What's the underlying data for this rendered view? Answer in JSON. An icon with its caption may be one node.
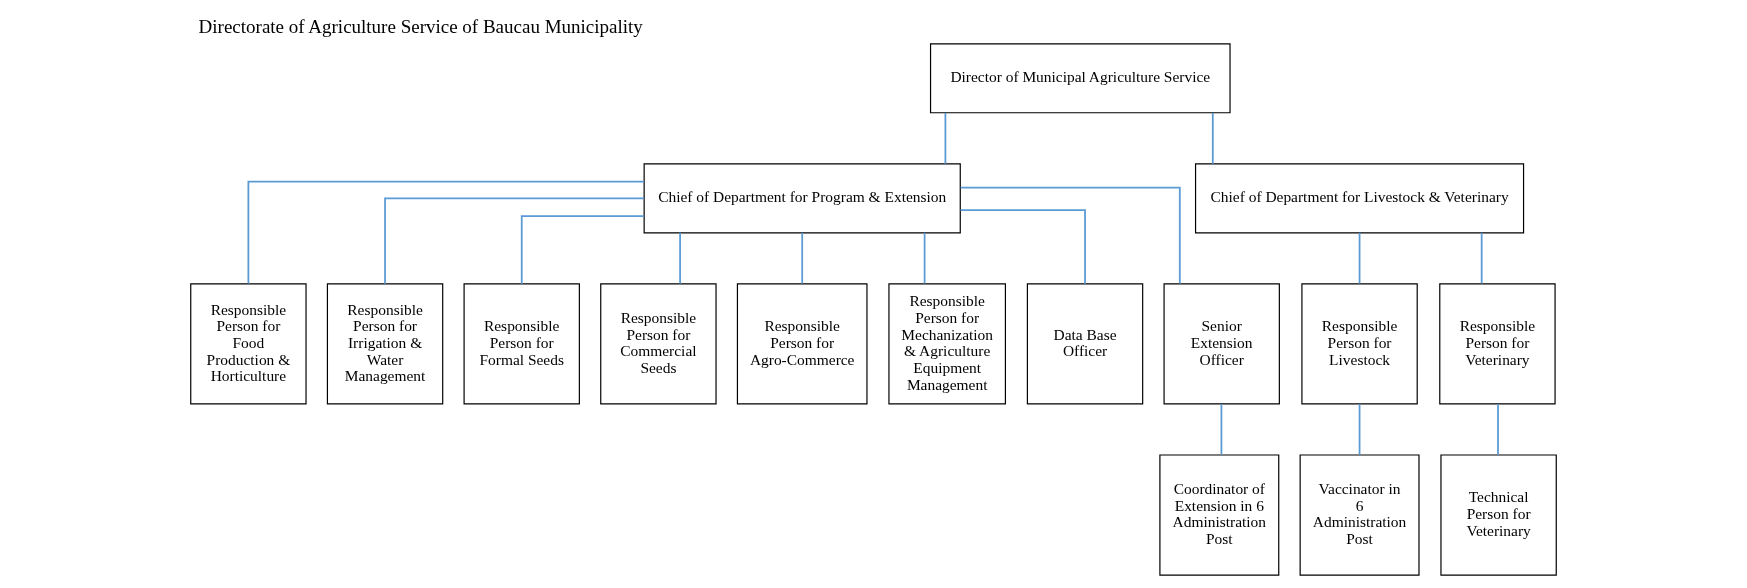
{
  "diagram": {
    "title": "Directorate of Agriculture Service of Baucau Municipality",
    "nodes": [
      {
        "text": [
          "Director of Municipal Agriculture Service"
        ]
      },
      {
        "text": [
          "Chief of Department for Program & Extension"
        ]
      },
      {
        "text": [
          "Chief of Department for Livestock & Veterinary"
        ]
      },
      {
        "text": [
          "Responsible Person for Food Production & Horticulture"
        ]
      },
      {
        "text": [
          "Responsible Person for Irrigation & Water Management"
        ]
      },
      {
        "text": [
          "Responsible Person for Formal Seeds"
        ]
      },
      {
        "text": [
          "Responsible Person for Commercial Seeds"
        ]
      },
      {
        "text": [
          "Responsible Person for Agro-Commerce"
        ]
      },
      {
        "text": [
          "Responsible Person for Mechanization & Agriculture Equipment Management"
        ]
      },
      {
        "text": [
          "Data Base Officer"
        ]
      },
      {
        "text": [
          "Senior Extension Officer"
        ]
      },
      {
        "text": [
          "Responsible Person for Livestock"
        ]
      },
      {
        "text": [
          "Responsible Person for Veterinary"
        ]
      },
      {
        "text": [
          "Coordinator of Extension in 6 Administration Post"
        ]
      },
      {
        "text": [
          "Vaccinator in 6 Administration Post"
        ]
      },
      {
        "text": [
          "Technical Person for Veterinary"
        ]
      }
    ],
    "edges": [
      {
        "from": 0,
        "to": 1,
        "arrow": "none"
      },
      {
        "from": 0,
        "to": 2,
        "arrow": "none"
      },
      {
        "from": 1,
        "to": 3,
        "arrow": "none"
      },
      {
        "from": 1,
        "to": 4,
        "arrow": "none"
      },
      {
        "from": 1,
        "to": 5,
        "arrow": "none"
      },
      {
        "from": 1,
        "to": 6,
        "arrow": "none"
      },
      {
        "from": 1,
        "to": 7,
        "arrow": "none"
      },
      {
        "from": 1,
        "to": 8,
        "arrow": "none"
      },
      {
        "from": 1,
        "to": 9,
        "arrow": "none"
      },
      {
        "from": 1,
        "to": 10,
        "arrow": "none"
      },
      {
        "from": 2,
        "to": 11,
        "arrow": "none"
      },
      {
        "from": 2,
        "to": 12,
        "arrow": "none"
      },
      {
        "from": 10,
        "to": 13,
        "arrow": "none"
      },
      {
        "from": 11,
        "to": 14,
        "arrow": "none"
      },
      {
        "from": 12,
        "to": 15,
        "arrow": "none"
      }
    ]
  }
}
